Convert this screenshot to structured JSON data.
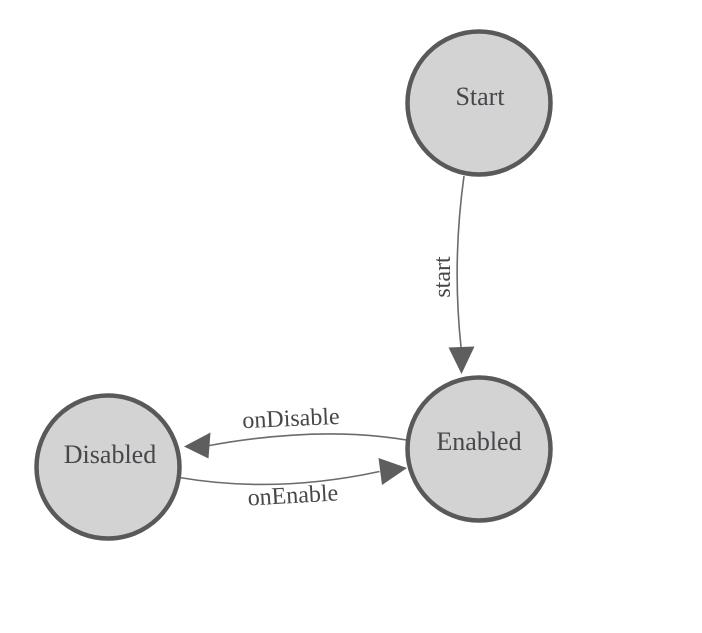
{
  "diagram": {
    "type": "state-machine",
    "style": {
      "background": "#ffffff",
      "node_fill": "#d3d3d3",
      "node_stroke": "#595959",
      "edge_stroke": "#6b6b6b",
      "arrow_fill": "#5e5e5e",
      "label_color": "#47474b"
    },
    "nodes": [
      {
        "id": "start",
        "label": "Start"
      },
      {
        "id": "enabled",
        "label": "Enabled"
      },
      {
        "id": "disabled",
        "label": "Disabled"
      }
    ],
    "edges": [
      {
        "from": "Start",
        "to": "Enabled",
        "label": "start"
      },
      {
        "from": "Enabled",
        "to": "Disabled",
        "label": "onDisable"
      },
      {
        "from": "Disabled",
        "to": "Enabled",
        "label": "onEnable"
      }
    ]
  }
}
